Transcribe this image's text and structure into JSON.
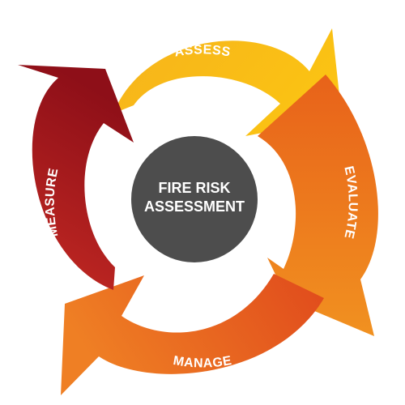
{
  "center": {
    "line1": "FIRE RISK",
    "line2": "ASSESSMENT",
    "color": "#4d4d4d"
  },
  "steps": [
    {
      "label": "ASSESS",
      "color": "#f9b21a"
    },
    {
      "label": "EVALUATE",
      "color": "#ee7a1a"
    },
    {
      "label": "MANAGE",
      "color": "#e4571c"
    },
    {
      "label": "MEASURE",
      "color": "#a7171c"
    }
  ]
}
